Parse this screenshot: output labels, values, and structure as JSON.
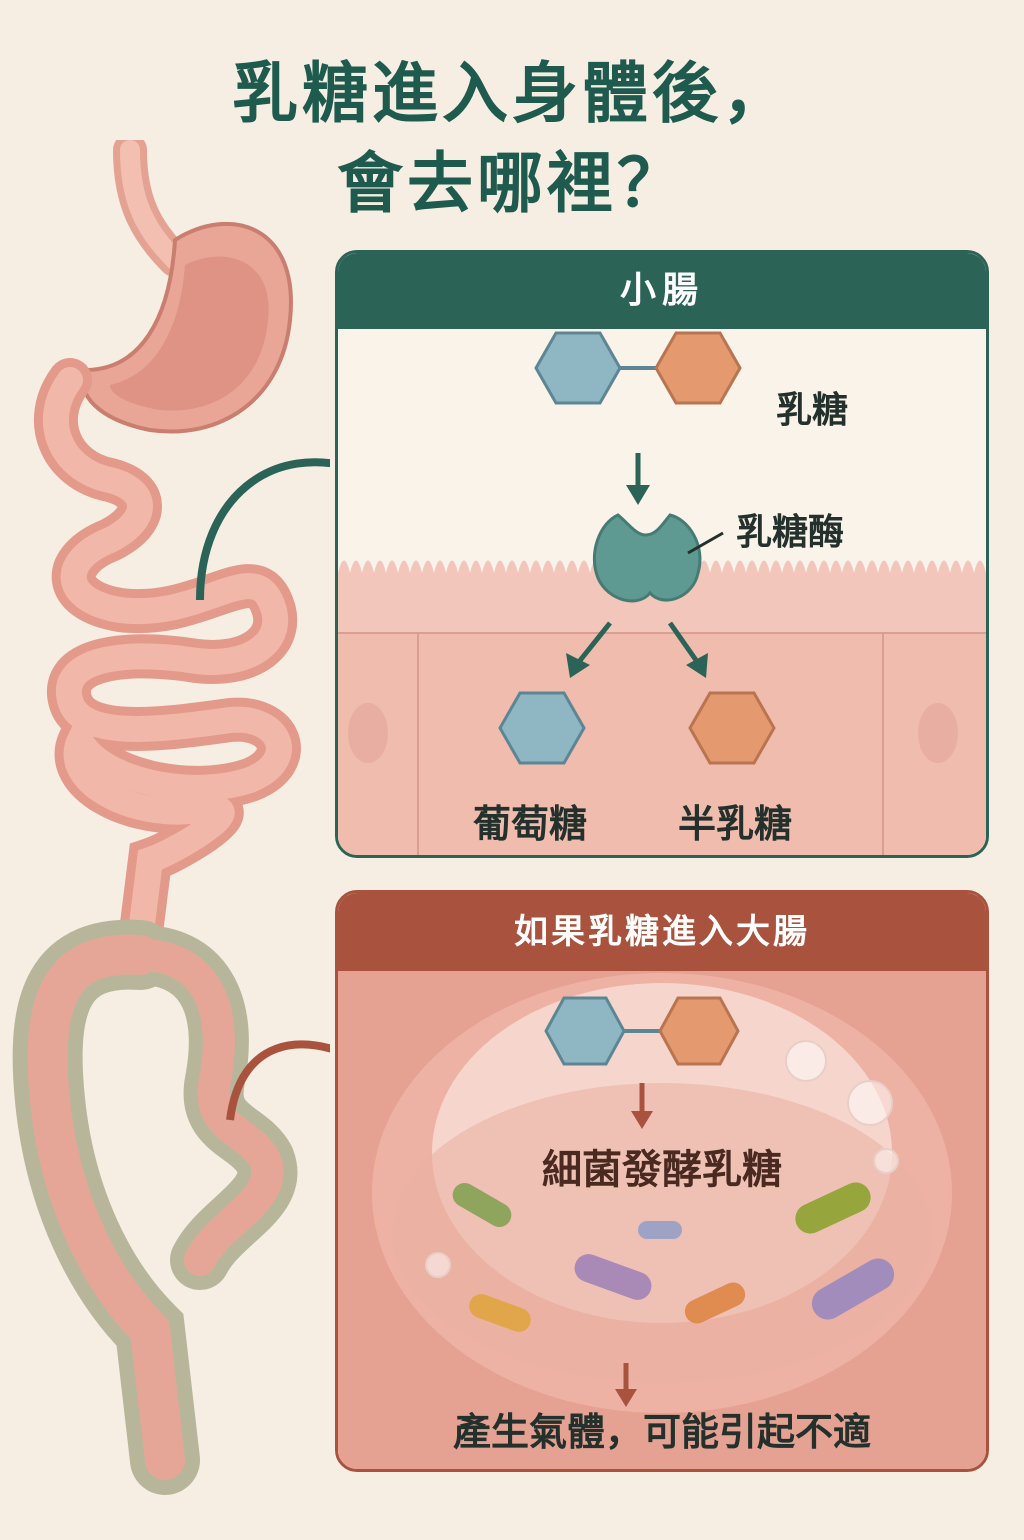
{
  "title": {
    "line1": "乳糖進入身體後，",
    "line2": "會去哪裡？"
  },
  "small_intestine_panel": {
    "header": "小腸",
    "lactose_label": "乳糖",
    "lactase_label": "乳糖酶",
    "glucose_label": "葡萄糖",
    "galactose_label": "半乳糖"
  },
  "large_intestine_panel": {
    "header": "如果乳糖進入大腸",
    "fermentation_label": "細菌發酵乳糖",
    "result_label": "產生氣體，可能引起不適"
  },
  "colors": {
    "teal": "#2b6357",
    "rust": "#a9533f",
    "glucose_blue": "#8fb7c3",
    "galactose_orange": "#e49a6e",
    "enzyme": "#5f9a92",
    "tissue_pink": "#eeada1",
    "colon_olive": "#b8b69a",
    "background": "#f6eee3"
  },
  "icons": [
    "glucose-hexagon",
    "galactose-hexagon",
    "lactase-enzyme",
    "bacteria",
    "gas-bubbles"
  ]
}
